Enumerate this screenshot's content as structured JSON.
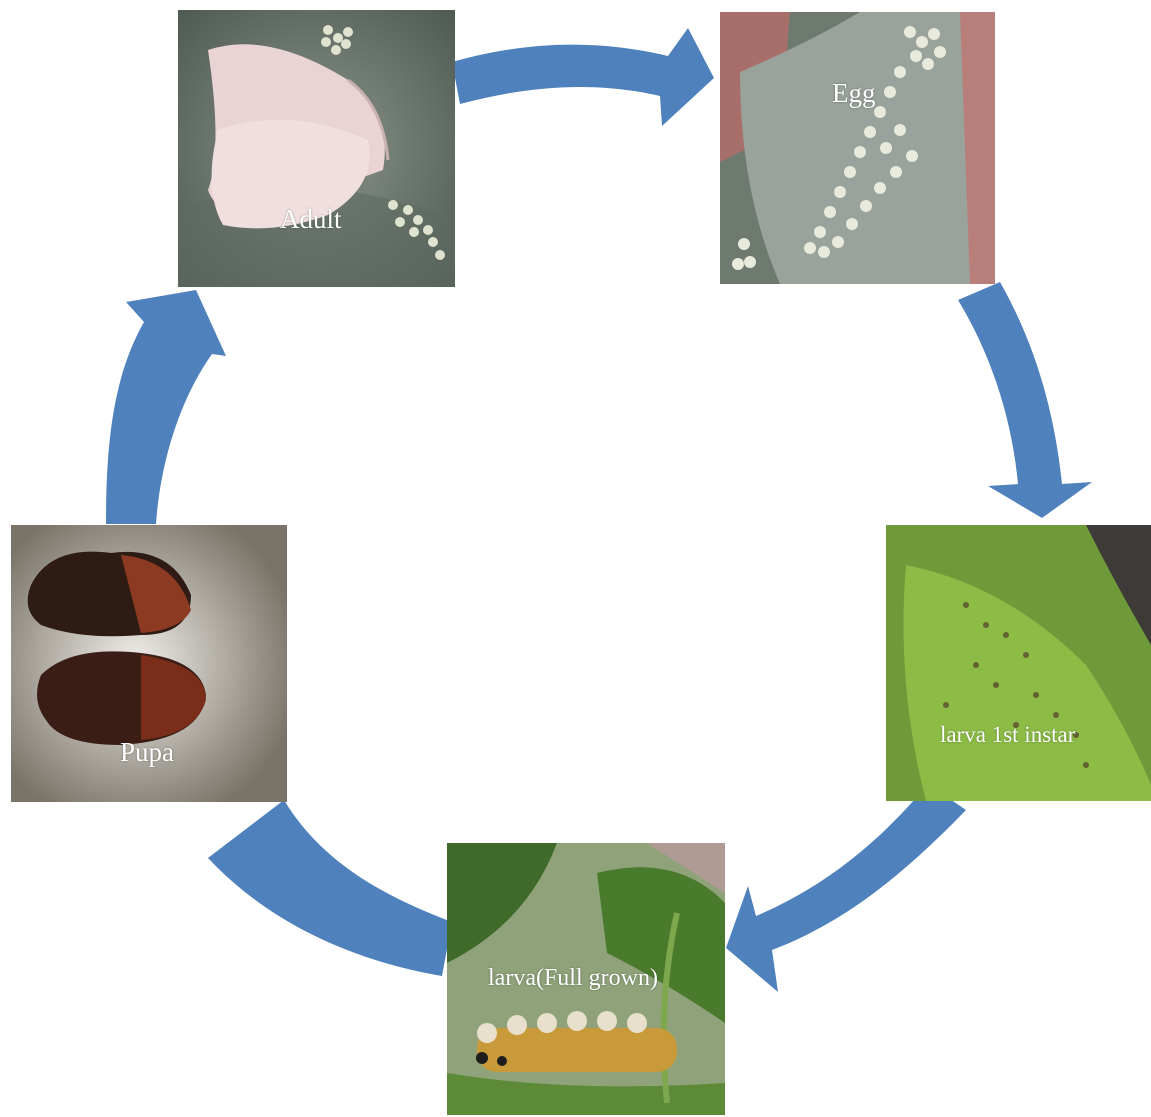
{
  "diagram": {
    "colors": {
      "arrow": "#4f81bd",
      "label": "#ffffff"
    },
    "stages": {
      "adult": {
        "label": "Adult"
      },
      "egg": {
        "label": "Egg"
      },
      "larva_first": {
        "label": "larva 1st instar"
      },
      "larva_full": {
        "label": "larva(Full grown)"
      },
      "pupa": {
        "label": "Pupa"
      }
    }
  }
}
